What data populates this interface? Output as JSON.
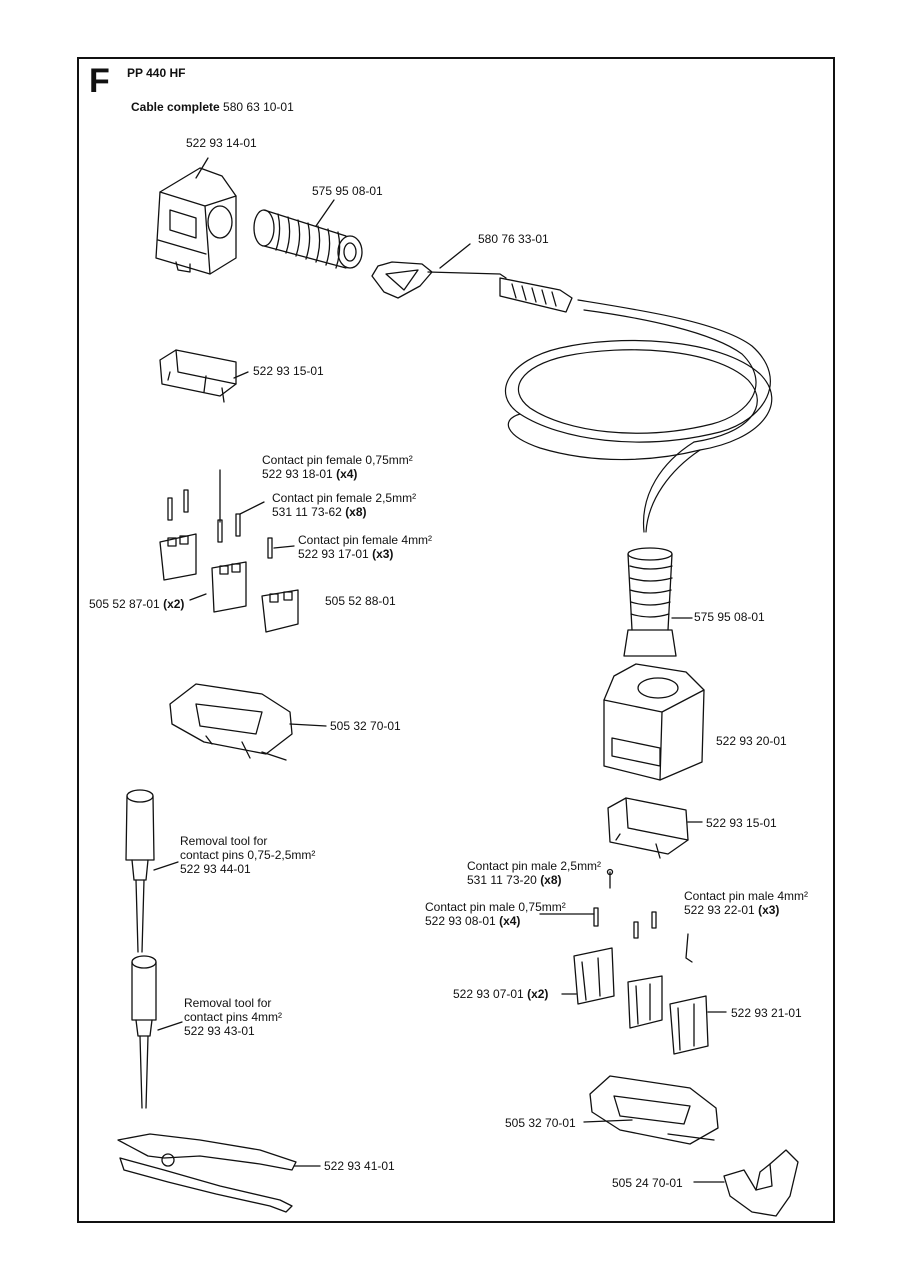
{
  "section": "F",
  "model": "PP 440 HF",
  "cable": {
    "label": "Cable complete",
    "part": "580 63 10-01"
  },
  "parts": {
    "hood_top": "522 93 14-01",
    "gland_top": "575 95 08-01",
    "clip": "580 76 33-01",
    "frame_top": "522 93 15-01",
    "female_075": {
      "desc": "Contact pin female 0,75mm²",
      "part": "522 93 18-01",
      "qty": "(x4)"
    },
    "female_25": {
      "desc": "Contact pin female 2,5mm²",
      "part": "531 11 73-62",
      "qty": "(x8)"
    },
    "female_4": {
      "desc": "Contact pin female 4mm²",
      "part": "522 93 17-01",
      "qty": "(x3)"
    },
    "insert_female_a": {
      "part": "505 52 87-01",
      "qty": "(x2)"
    },
    "insert_female_b": "505 52 88-01",
    "base_left": "505 32 70-01",
    "tool_a": {
      "line1": "Removal tool for",
      "line2": "contact pins 0,75-2,5mm²",
      "part": "522 93 44-01"
    },
    "tool_b": {
      "line1": "Removal tool for",
      "line2": "contact pins 4mm²",
      "part": "522 93 43-01"
    },
    "crimp_tool": "522 93 41-01",
    "gland_bottom": "575 95 08-01",
    "hood_bottom": "522 93 20-01",
    "frame_bottom": "522 93 15-01",
    "male_25": {
      "desc": "Contact pin male 2,5mm²",
      "part": "531 11 73-20",
      "qty": "(x8)"
    },
    "male_075": {
      "desc": "Contact pin male 0,75mm²",
      "part": "522 93 08-01",
      "qty": "(x4)"
    },
    "male_4": {
      "desc": "Contact pin male 4mm²",
      "part": "522 93 22-01",
      "qty": "(x3)"
    },
    "insert_male_a": {
      "part": "522 93 07-01",
      "qty": "(x2)"
    },
    "insert_male_b": "522 93 21-01",
    "base_right": "505 32 70-01",
    "clamp": "505 24 70-01"
  }
}
